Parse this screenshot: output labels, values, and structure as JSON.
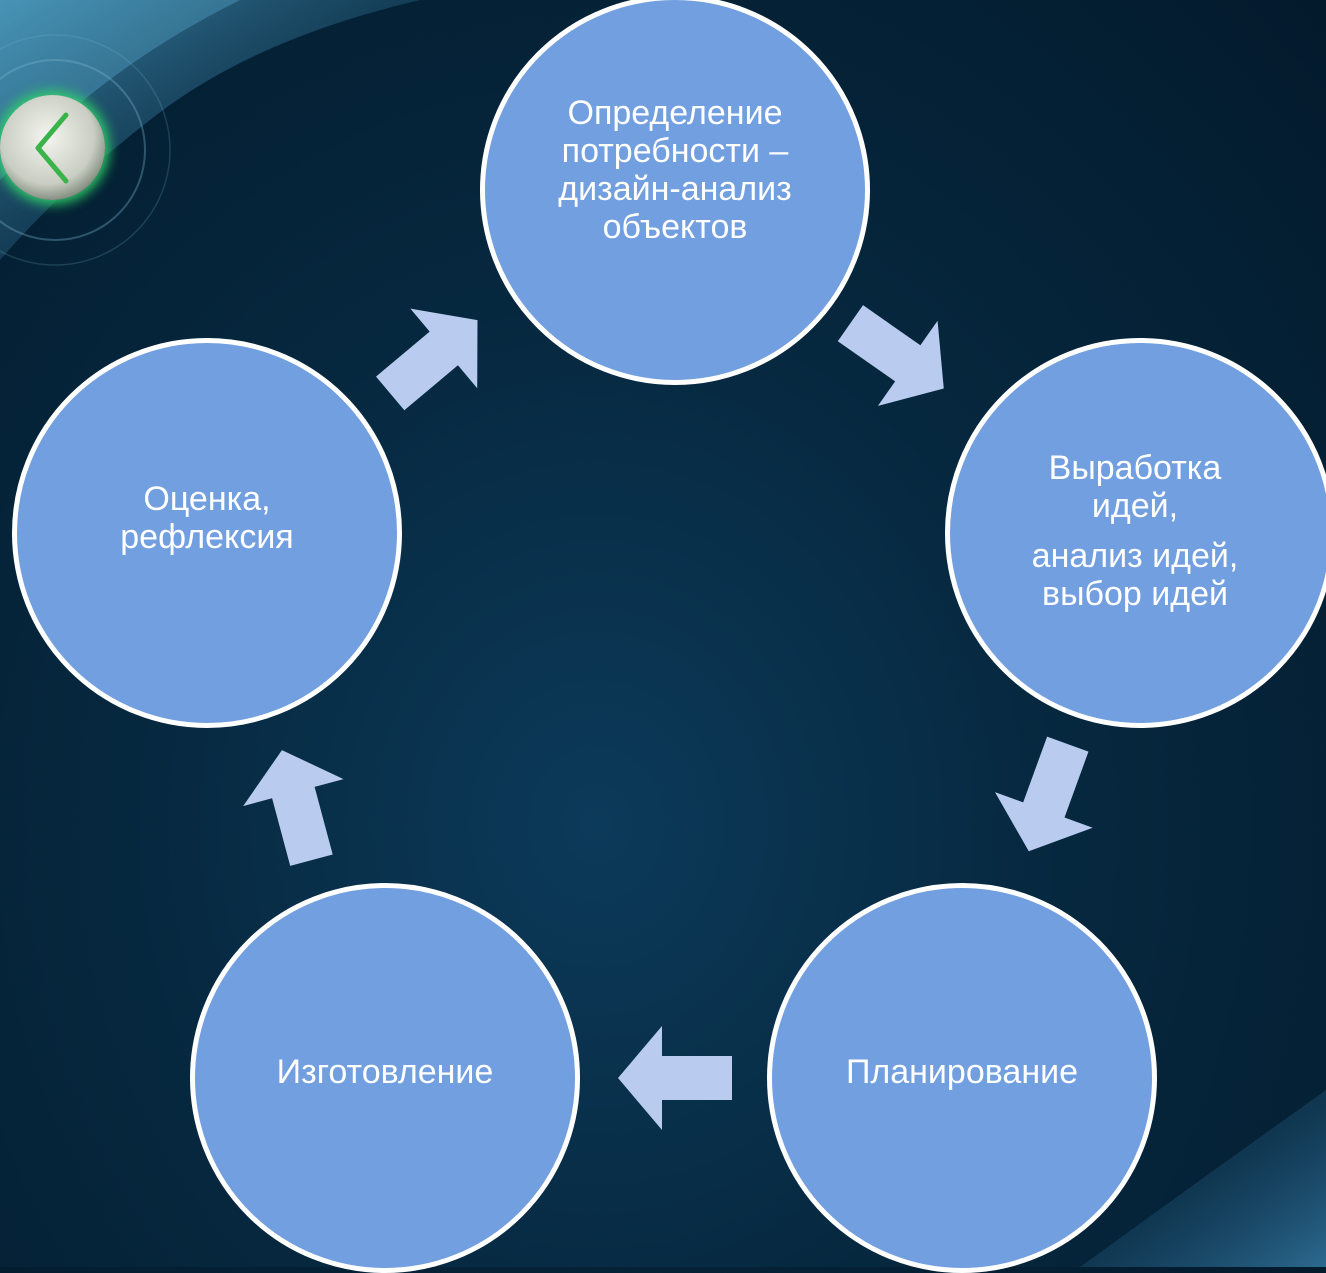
{
  "colors": {
    "node_fill": "#729fdf",
    "node_border": "#ffffff",
    "arrow_fill": "#b9cbee",
    "background": "#06283f",
    "back_button_glow": "#2fd06a"
  },
  "back_button": {
    "icon": "chevron-left-icon"
  },
  "cycle": {
    "nodes": [
      {
        "id": "need",
        "lines": [
          "Определение",
          "потребности –",
          "дизайн-анализ",
          "объектов"
        ]
      },
      {
        "id": "ideas",
        "lines": [
          "Выработка",
          "идей,",
          "анализ идей,",
          "выбор идей"
        ]
      },
      {
        "id": "planning",
        "lines": [
          "Планирование"
        ]
      },
      {
        "id": "manufacturing",
        "lines": [
          "Изготовление"
        ]
      },
      {
        "id": "evaluation",
        "lines": [
          "Оценка,",
          "рефлексия"
        ]
      }
    ]
  }
}
